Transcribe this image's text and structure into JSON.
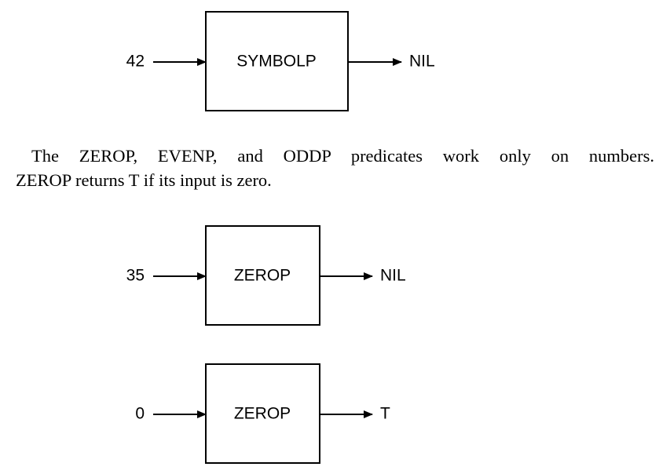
{
  "diagrams": [
    {
      "input": "42",
      "function": "SYMBOLP",
      "output": "NIL"
    },
    {
      "input": "35",
      "function": "ZEROP",
      "output": "NIL"
    },
    {
      "input": "0",
      "function": "ZEROP",
      "output": "T"
    }
  ],
  "paragraph": {
    "line1": "The ZEROP, EVENP, and ODDP predicates work only on numbers.",
    "line2": "ZEROP returns T if its input is zero."
  }
}
